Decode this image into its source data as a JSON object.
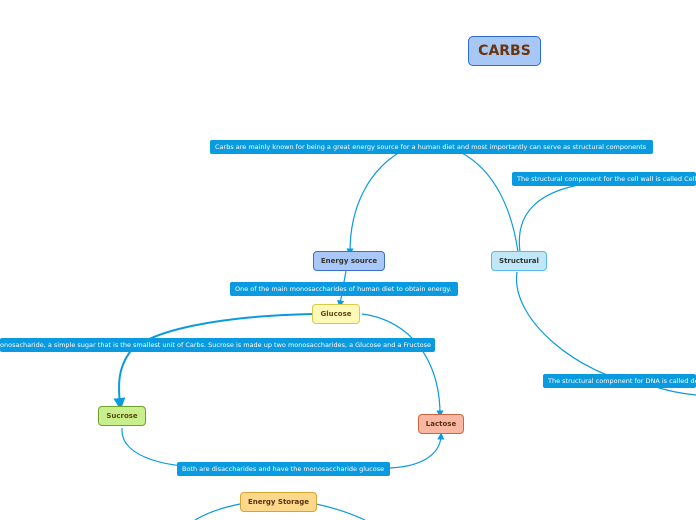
{
  "root": {
    "title": "CARBS"
  },
  "nodes": {
    "energy_source": "Energy source",
    "structural": "Structural",
    "glucose": "Glucose",
    "sucrose": "Sucrose",
    "lactose": "Lactose",
    "energy_storage": "Energy Storage"
  },
  "labels": {
    "main": "Carbs are mainly known for being a great energy source for a human diet and most importantly can serve as structural components",
    "cell_wall": "The structural component for the cell wall is called Cell",
    "glucose_desc": "One of the main monosaccharides of human diet to obtain energy.",
    "monosaccharide": "onosacharide, a simple sugar that is the smallest unit of Carbs. Sucrose is made up two monosaccharides, a Glucose and a Fructose",
    "dna": "The structural component for DNA is called de",
    "disaccharides": "Both are disaccharides and have the monosaccharide glucose"
  },
  "colors": {
    "link": "#0a9ae0",
    "label_bg": "#0a9ae0"
  }
}
